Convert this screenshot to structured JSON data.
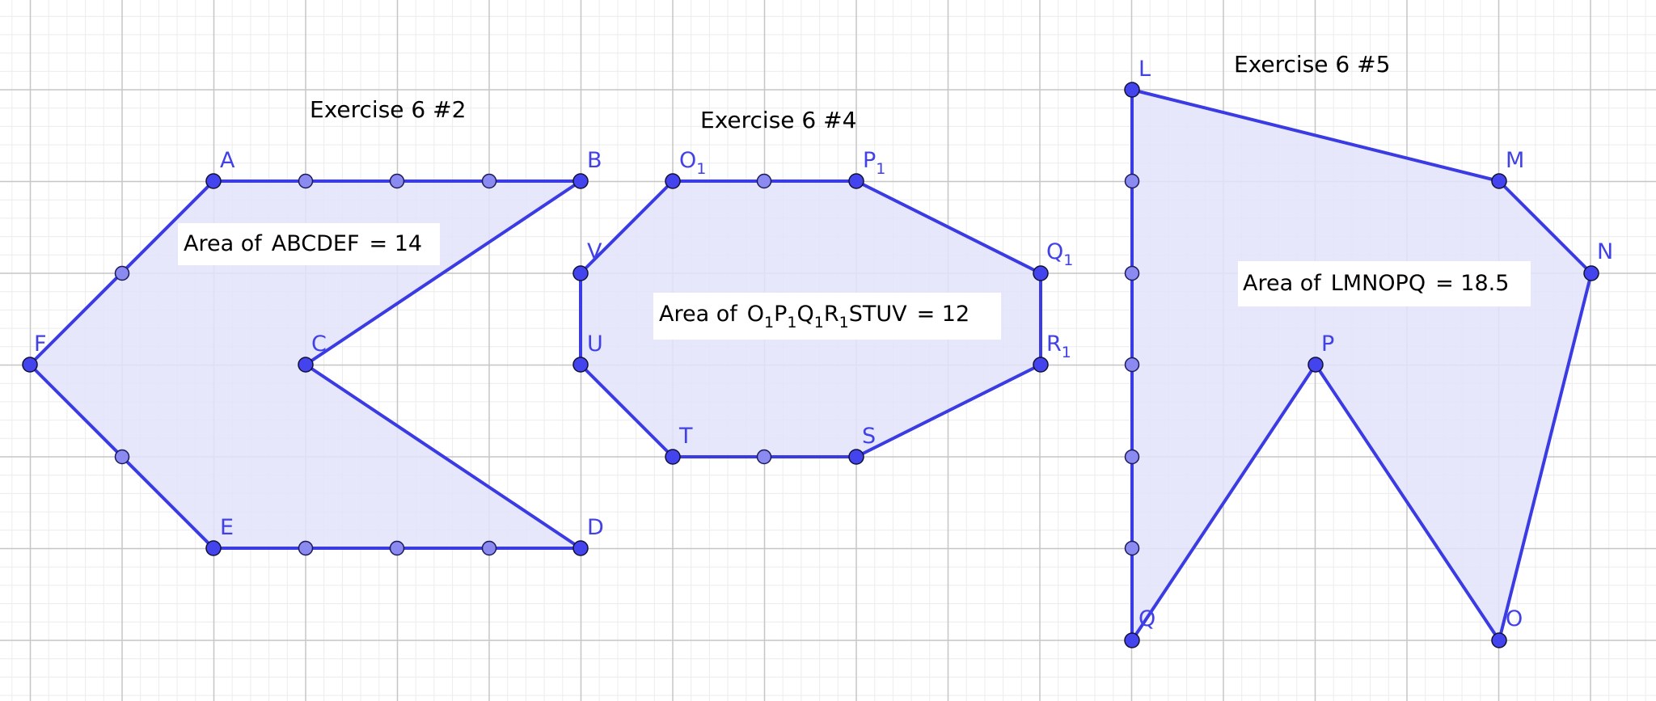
{
  "colors": {
    "polygon_stroke": "#3b3be3",
    "polygon_fill": "#e3e3fb",
    "vertex_fill": "#4444ee",
    "midpoint_fill": "#8a8af0",
    "grid_major": "#c6c6c6",
    "grid_minor": "#ececec",
    "label_color": "#4141e6"
  },
  "titles": {
    "ex2": "Exercise 6 #2",
    "ex4": "Exercise 6 #4",
    "ex5": "Exercise 6 #5"
  },
  "areas": {
    "ex2": {
      "prefix": "Area of",
      "name": "ABCDEF",
      "value": "= 14"
    },
    "ex4": {
      "prefix": "Area of",
      "parts": [
        "O",
        "1",
        "P",
        "1",
        "Q",
        "1",
        "R",
        "1"
      ],
      "rest": "STUV",
      "value": "= 12"
    },
    "ex5": {
      "prefix": "Area of",
      "name": "LMNOPQ",
      "value": "= 18.5"
    }
  },
  "labels": {
    "A": "A",
    "B": "B",
    "C": "C",
    "D": "D",
    "E": "E",
    "F": "F",
    "O1": {
      "main": "O",
      "sub": "1"
    },
    "P1": {
      "main": "P",
      "sub": "1"
    },
    "Q1": {
      "main": "Q",
      "sub": "1"
    },
    "R1": {
      "main": "R",
      "sub": "1"
    },
    "S": "S",
    "T": "T",
    "U": "U",
    "V": "V",
    "L": "L",
    "M": "M",
    "N": "N",
    "O": "O",
    "P": "P",
    "Q": "Q"
  }
}
